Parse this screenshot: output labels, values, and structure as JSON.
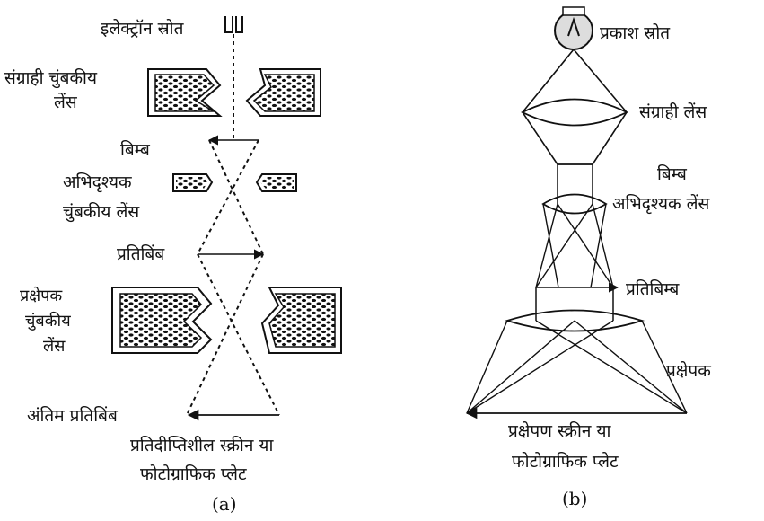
{
  "panel_a": {
    "caption": "(a)",
    "electron_source": "इलेक्ट्रॉन स्रोत",
    "condenser_line1": "संग्राही चुंबकीय",
    "condenser_line2": "लेंस",
    "object_label": "बिम्ब",
    "objective_line1": "अभिदृश्यक",
    "objective_line2": "चुंबकीय लेंस",
    "image_label": "प्रतिबिंब",
    "projector_line1": "प्रक्षेपक",
    "projector_line2": "चुंबकीय",
    "projector_line3": "लेंस",
    "final_image": "अंतिम प्रतिबिंब",
    "screen_line1": "प्रतिदीप्तिशील स्क्रीन या",
    "screen_line2": "फोटोग्राफिक प्लेट"
  },
  "panel_b": {
    "caption": "(b)",
    "light_source": "प्रकाश स्रोत",
    "condenser": "संग्राही लेंस",
    "object_label": "बिम्ब",
    "objective": "अभिदृश्यक लेंस",
    "image_label": "प्रतिबिम्ब",
    "projector": "प्रक्षेपक",
    "screen_line1": "प्रक्षेपण स्क्रीन या",
    "screen_line2": "फोटोग्राफिक प्लेट"
  },
  "colors": {
    "ink": "#111111",
    "paper": "#ffffff",
    "bulb": "#dddddd"
  }
}
